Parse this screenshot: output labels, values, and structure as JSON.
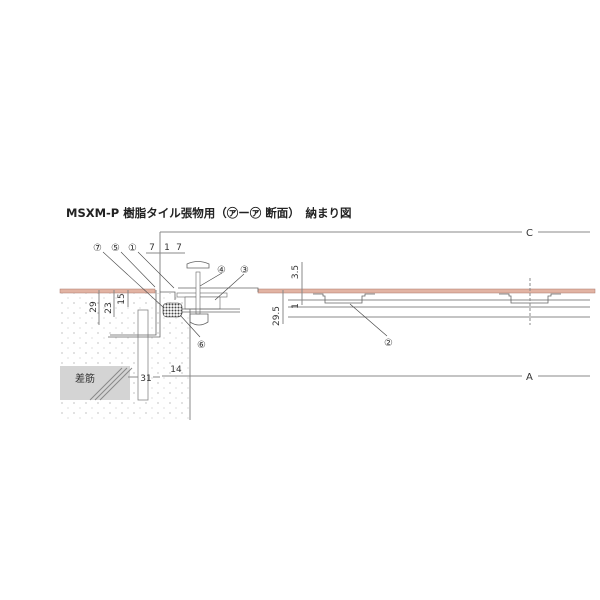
{
  "title": "MSXM-P  樹脂タイル張物用（㋐ー㋐ 断面）　納まり図",
  "colors": {
    "tile": "#e2b3a3",
    "tile_edge": "#a9786a",
    "gray_block": "#d4d4d4",
    "line": "#888888"
  },
  "callouts": [
    "⑦",
    "⑤",
    "①",
    "④",
    "③",
    "⑥",
    "②"
  ],
  "dimensions": {
    "top_7a": "7",
    "top_1": "1",
    "top_7b": "7",
    "d35": "3.5",
    "d29": "29",
    "d23": "23",
    "d15": "15",
    "d295": "29.5",
    "d1": "1",
    "d31": "31",
    "d14": "14"
  },
  "labels": {
    "c": "C",
    "a": "A",
    "rebar": "差筋"
  }
}
